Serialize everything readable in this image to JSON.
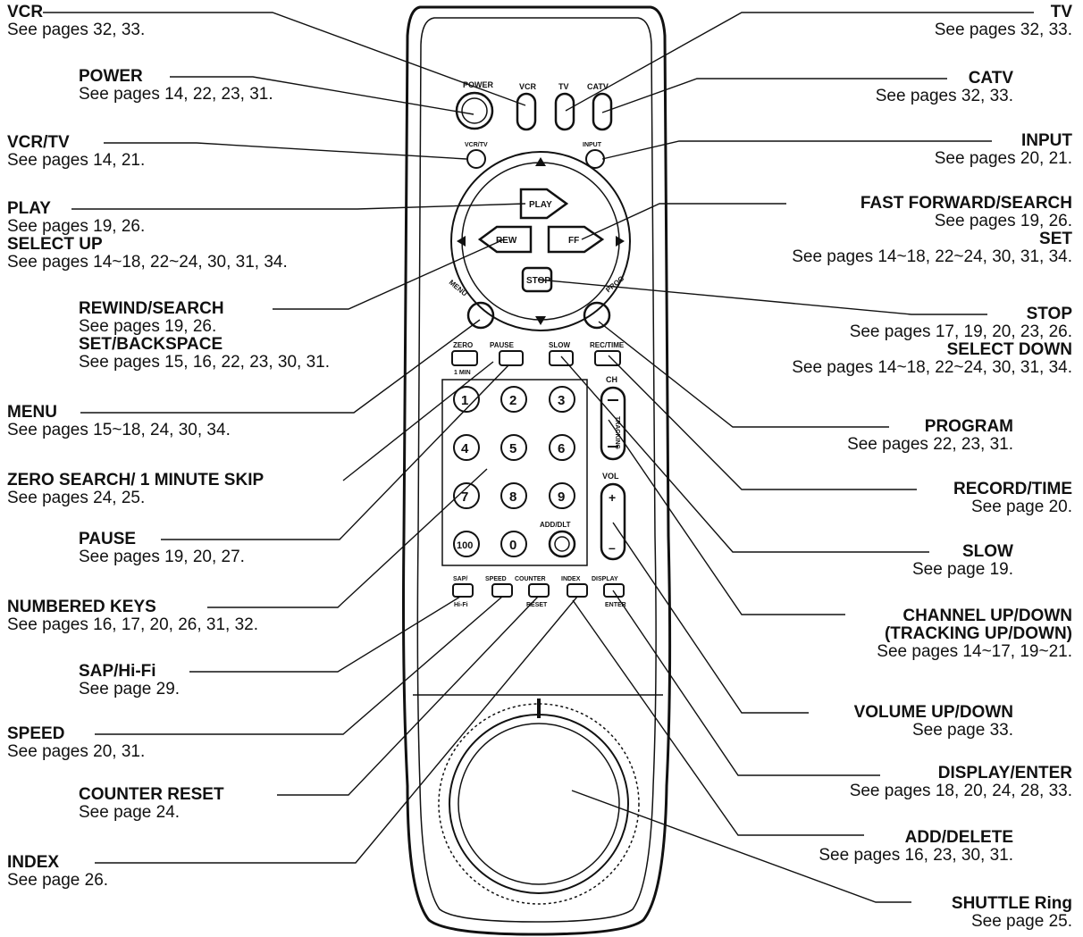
{
  "left_labels": [
    {
      "id": "vcr",
      "title": "VCR",
      "pages": "See pages 32, 33."
    },
    {
      "id": "power",
      "title": "POWER",
      "pages": "See pages 14, 22, 23, 31."
    },
    {
      "id": "vcrtv",
      "title": "VCR/TV",
      "pages": "See pages 14, 21."
    },
    {
      "id": "play",
      "title": "PLAY",
      "pages": "See pages 19, 26.",
      "title2": "SELECT UP",
      "pages2": "See pages 14~18, 22~24, 30, 31, 34."
    },
    {
      "id": "rewind",
      "title": "REWIND/SEARCH",
      "pages": "See pages 19, 26.",
      "title2": "SET/BACKSPACE",
      "pages2": "See pages 15, 16, 22, 23, 30, 31."
    },
    {
      "id": "menu",
      "title": "MENU",
      "pages": "See pages 15~18, 24, 30, 34."
    },
    {
      "id": "zero",
      "title": "ZERO SEARCH/ 1 MINUTE SKIP",
      "pages": "See pages 24, 25."
    },
    {
      "id": "pause",
      "title": "PAUSE",
      "pages": "See pages 19, 20, 27."
    },
    {
      "id": "numbered",
      "title": "NUMBERED KEYS",
      "pages": "See pages 16, 17, 20, 26, 31, 32."
    },
    {
      "id": "sap",
      "title": "SAP/Hi-Fi",
      "pages": "See page 29."
    },
    {
      "id": "speed",
      "title": "SPEED",
      "pages": "See pages 20, 31."
    },
    {
      "id": "counter",
      "title": "COUNTER RESET",
      "pages": "See page 24."
    },
    {
      "id": "index",
      "title": "INDEX",
      "pages": "See page 26."
    }
  ],
  "right_labels": [
    {
      "id": "tv",
      "title": "TV",
      "pages": "See pages 32, 33."
    },
    {
      "id": "catv",
      "title": "CATV",
      "pages": "See pages 32, 33."
    },
    {
      "id": "input",
      "title": "INPUT",
      "pages": "See pages 20, 21."
    },
    {
      "id": "ff",
      "title": "FAST FORWARD/SEARCH",
      "pages": "See pages 19, 26.",
      "title2": "SET",
      "pages2": "See pages 14~18, 22~24, 30, 31, 34."
    },
    {
      "id": "stop",
      "title": "STOP",
      "pages": "See pages 17, 19, 20, 23, 26.",
      "title2": "SELECT DOWN",
      "pages2": "See pages 14~18, 22~24, 30, 31, 34."
    },
    {
      "id": "program",
      "title": "PROGRAM",
      "pages": "See pages 22, 23, 31."
    },
    {
      "id": "rectime",
      "title": "RECORD/TIME",
      "pages": "See page 20."
    },
    {
      "id": "slow",
      "title": "SLOW",
      "pages": "See page 19."
    },
    {
      "id": "channel",
      "title": "CHANNEL UP/DOWN",
      "title2": "(TRACKING UP/DOWN)",
      "pages": "See pages 14~17, 19~21."
    },
    {
      "id": "volume",
      "title": "VOLUME UP/DOWN",
      "pages": "See page 33."
    },
    {
      "id": "display",
      "title": "DISPLAY/ENTER",
      "pages": "See pages 18, 20, 24, 28, 33."
    },
    {
      "id": "adddel",
      "title": "ADD/DELETE",
      "pages": "See pages 16, 23, 30, 31."
    },
    {
      "id": "shuttle",
      "title": "SHUTTLE Ring",
      "pages": "See page 25."
    }
  ],
  "remote": {
    "power": "POWER",
    "vcr": "VCR",
    "tv": "TV",
    "catv": "CATV",
    "vcrtv": "VCR/TV",
    "input": "INPUT",
    "play": "PLAY",
    "rew": "REW",
    "ff": "FF",
    "stop": "STOP",
    "menu": "MENU",
    "prog": "PROG",
    "zero": "ZERO",
    "pause": "PAUSE",
    "slow": "SLOW",
    "rectime": "REC/TIME",
    "min": "1 MIN",
    "ch": "CH",
    "tracking": "TRACKING",
    "vol": "VOL",
    "adddlt": "ADD/DLT",
    "keys": [
      "1",
      "2",
      "3",
      "4",
      "5",
      "6",
      "7",
      "8",
      "9",
      "100",
      "0"
    ],
    "sap": "SAP/",
    "hifi": "Hi-Fi",
    "speed": "SPEED",
    "counter": "COUNTER",
    "reset": "RESET",
    "index": "INDEX",
    "display": "DISPLAY",
    "enter": "ENTER",
    "plus": "+",
    "minus": "–"
  }
}
